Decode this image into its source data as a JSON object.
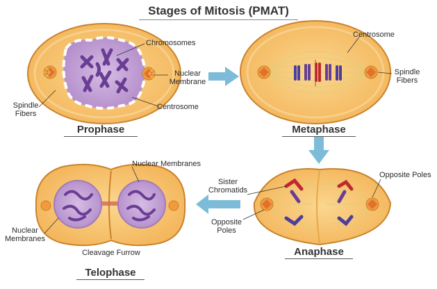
{
  "title": "Stages of Mitosis (PMAT)",
  "colors": {
    "cytoplasm": "#f9c777",
    "cell_outline": "#c9822c",
    "nucleus": "#c8a6d8",
    "chromosome": "#6a3d94",
    "arrow": "#7cbcd8",
    "spindle": "#e8c86a",
    "chromatid_red": "#c0282f",
    "chromatid_blue": "#4d3d9c"
  },
  "prophase": {
    "name": "Prophase",
    "labels": {
      "chromosomes": "Chromosomes",
      "nuclear_membrane": "Nuclear\nMembrane",
      "centrosome": "Centrosome",
      "spindle_fibers": "Spindle\nFibers"
    }
  },
  "metaphase": {
    "name": "Metaphase",
    "labels": {
      "centrosome": "Centrosome",
      "spindle_fibers": "Spindle\nFibers"
    }
  },
  "anaphase": {
    "name": "Anaphase",
    "labels": {
      "sister_chromatids": "Sister\nChromatids",
      "opposite_poles_top": "Opposite Poles",
      "opposite_poles_bottom": "Opposite\nPoles"
    }
  },
  "telophase": {
    "name": "Telophase",
    "labels": {
      "nuclear_membranes_top": "Nuclear Membranes",
      "nuclear_membranes_left": "Nuclear\nMembranes",
      "cleavage_furrow": "Cleavage Furrow"
    }
  }
}
